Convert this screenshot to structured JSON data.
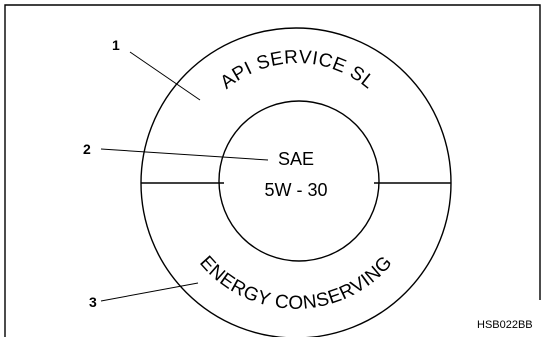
{
  "ring": {
    "top_text": "API SERVICE SL",
    "bottom_text": "ENERGY CONSERVING"
  },
  "center": {
    "line1": "SAE",
    "line2": "5W - 30"
  },
  "callouts": [
    "1",
    "2",
    "3"
  ],
  "figure_code": "HSB022BB"
}
